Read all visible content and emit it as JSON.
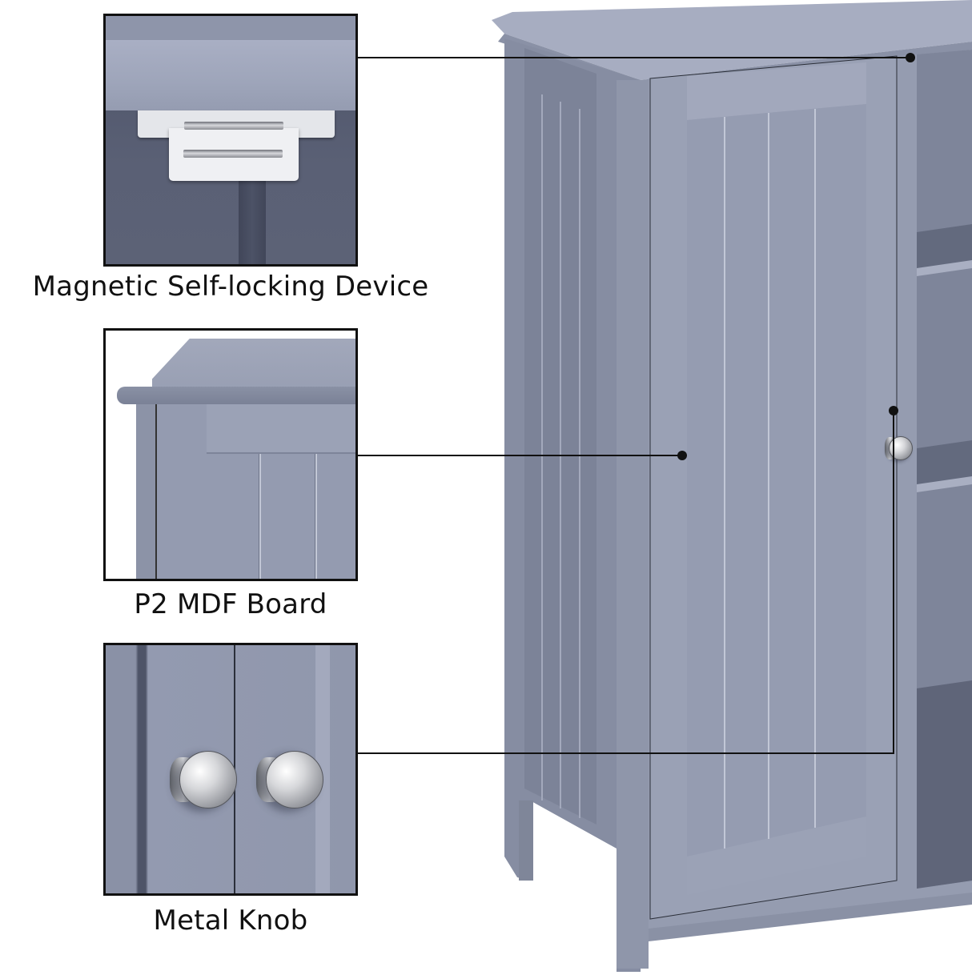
{
  "callouts": [
    {
      "id": "magnetic-lock",
      "label": "Magnetic Self-locking Device"
    },
    {
      "id": "mdf-board",
      "label": "P2 MDF Board"
    },
    {
      "id": "metal-knob",
      "label": "Metal Knob"
    }
  ],
  "colors": {
    "cabinet_gray_blue": "#9299ad",
    "cabinet_shadow": "#6e7589",
    "frame_border": "#111111",
    "knob_metal": "#d6d7da",
    "background": "#ffffff"
  },
  "product": {
    "type": "cabinet",
    "features": [
      "Magnetic Self-locking Device",
      "P2 MDF Board",
      "Metal Knob"
    ]
  }
}
